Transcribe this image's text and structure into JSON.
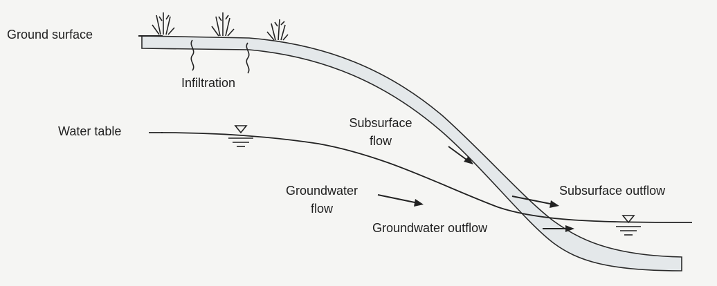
{
  "labels": {
    "ground_surface": "Ground surface",
    "infiltration": "Infiltration",
    "water_table": "Water table",
    "subsurface_flow_line1": "Subsurface",
    "subsurface_flow_line2": "flow",
    "groundwater_flow_line1": "Groundwater",
    "groundwater_flow_line2": "flow",
    "subsurface_outflow": "Subsurface outflow",
    "groundwater_outflow": "Groundwater outflow"
  },
  "colors": {
    "background": "#f5f5f3",
    "ink": "#1f1f1f",
    "soil_layer": "#e4e8ea"
  }
}
